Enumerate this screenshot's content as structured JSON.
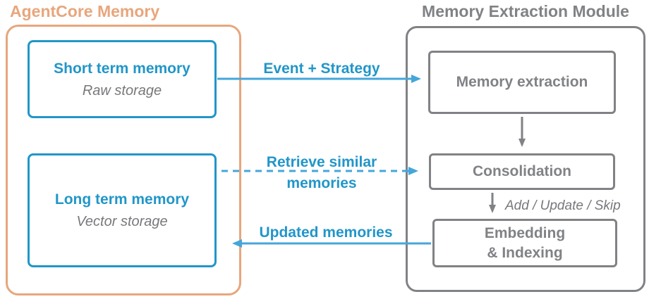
{
  "left_panel": {
    "title": "AgentCore Memory",
    "boxes": [
      {
        "title": "Short term memory",
        "subtitle": "Raw storage"
      },
      {
        "title": "Long term memory",
        "subtitle": "Vector storage"
      }
    ]
  },
  "right_panel": {
    "title": "Memory Extraction Module",
    "boxes": [
      {
        "title": "Memory extraction"
      },
      {
        "title": "Consolidation"
      },
      {
        "title_line1": "Embedding",
        "title_line2": "& Indexing"
      }
    ],
    "flow_note": "Add / Update / Skip"
  },
  "arrows": [
    {
      "name": "event-strategy",
      "label": "Event + Strategy",
      "style": "solid",
      "direction": "right",
      "from": "Short term memory",
      "to": "Memory extraction"
    },
    {
      "name": "retrieve-similar-memories",
      "label_line1": "Retrieve similar",
      "label_line2": "memories",
      "style": "dashed",
      "direction": "right",
      "from": "Long term memory",
      "to": "Consolidation"
    },
    {
      "name": "updated-memories",
      "label": "Updated memories",
      "style": "solid",
      "direction": "left",
      "from": "Embedding & Indexing",
      "to": "Long term memory"
    }
  ],
  "colors": {
    "orange": "#E8A67C",
    "blue": "#2196C9",
    "blue_arrow": "#45A6DA",
    "gray": "#808285",
    "gray_subtle": "#77787B"
  }
}
